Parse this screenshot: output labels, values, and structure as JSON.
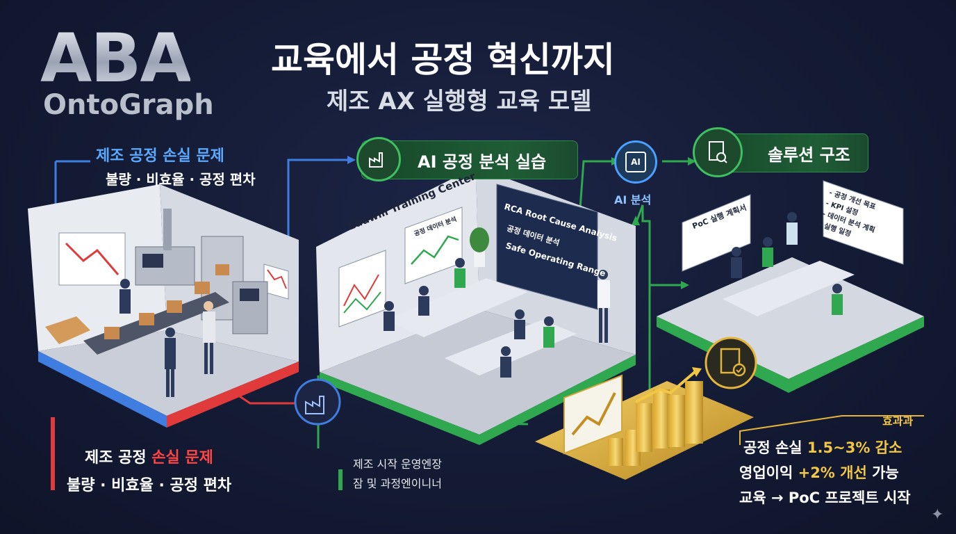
{
  "logo": {
    "main": "ABA",
    "sub": "OntoGraph"
  },
  "title": {
    "main": "교육에서 공정 혁신까지",
    "sub": "제조 AX 실행형 교육 모델"
  },
  "problem_top": {
    "heading": "제조 공정 손실 문제",
    "detail": "불량 · 비효율 · 공정 편차"
  },
  "problem_bottom": {
    "heading_a": "제조 공정 ",
    "heading_b": "손실 문제",
    "detail": "불량 · 비효율 · 공정 편차"
  },
  "practice": {
    "label": "AI 공정 분석 실습"
  },
  "ai": {
    "chip": "AI",
    "label": "AI 분석"
  },
  "solution": {
    "label": "솔루션 구조"
  },
  "training": {
    "sign": "Eduwill Training Center",
    "chart_title": "공정 데이터 분석",
    "board_line1": "RCA Root Cause Analysis",
    "board_line2": "공정 데이터 분석",
    "board_line3": "Safe Operating Range"
  },
  "poc": {
    "title": "PoC 실행 계획서",
    "list": [
      "- 공정 개선 목표",
      "- KPI 설정",
      "- 데이터 분석 계획",
      "- 실행 일정"
    ]
  },
  "participants": {
    "line1": "제조 시작 운영엔장",
    "line2": "잠 및 과정엔이니너"
  },
  "effects": {
    "heading": "효과과",
    "line1_a": "공정 손실 ",
    "line1_b": "1.5~3% 감소",
    "line2_a": "영업이익 ",
    "line2_b": "+2% 개선",
    "line2_c": " 가능",
    "line3": "교육 → PoC 프로젝트 시작"
  },
  "colors": {
    "blue": "#3f7ee0",
    "red": "#e03a3a",
    "green": "#2fa84f",
    "gold": "#e4b53a",
    "bg": "#131a33"
  }
}
